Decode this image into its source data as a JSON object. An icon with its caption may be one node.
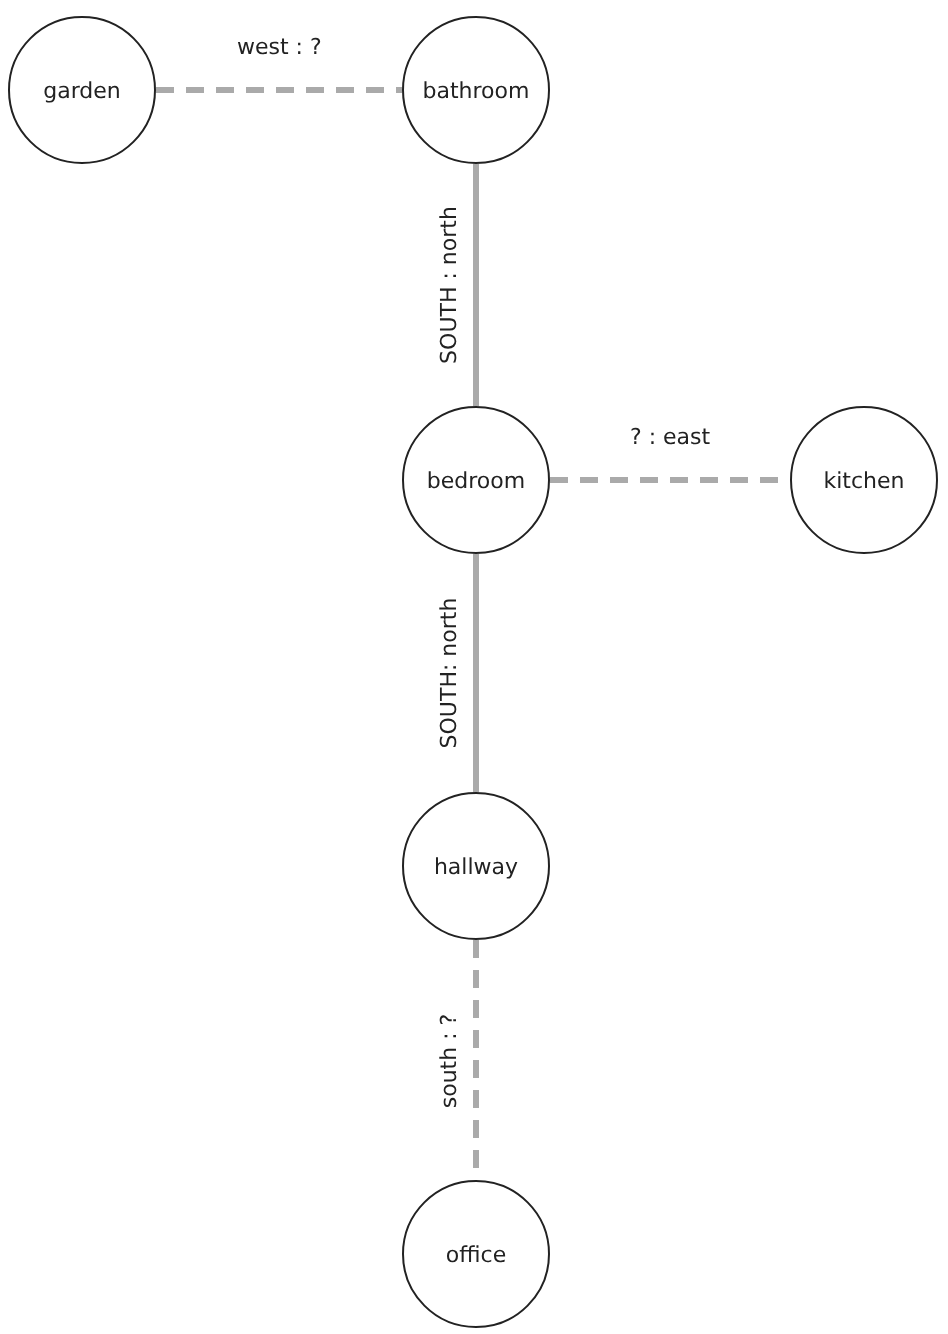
{
  "diagram": {
    "nodes": [
      {
        "text": [
          "garden"
        ]
      },
      {
        "text": [
          "bathroom"
        ]
      },
      {
        "text": [
          "bedroom"
        ]
      },
      {
        "text": [
          "kitchen"
        ]
      },
      {
        "text": [
          "hallway"
        ]
      },
      {
        "text": [
          "office"
        ]
      }
    ],
    "edges": [
      {
        "from": 0,
        "to": 1,
        "arrow": "none",
        "label": "west : ?",
        "style": "dashed"
      },
      {
        "from": 1,
        "to": 2,
        "arrow": "none",
        "label": "SOUTH : north"
      },
      {
        "from": 2,
        "to": 3,
        "arrow": "none",
        "label": "? : east",
        "style": "dashed"
      },
      {
        "from": 2,
        "to": 4,
        "arrow": "none",
        "label": "SOUTH: north"
      },
      {
        "from": 4,
        "to": 5,
        "arrow": "none",
        "label": "south : ?",
        "style": "dashed"
      }
    ]
  }
}
